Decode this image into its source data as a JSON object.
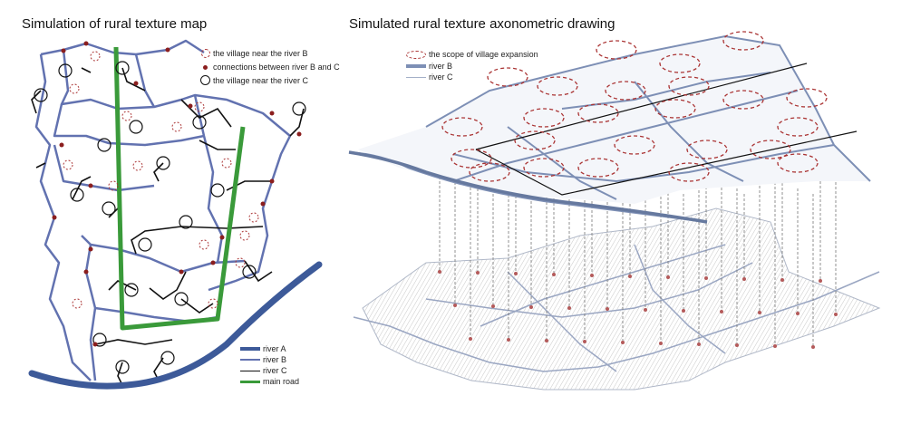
{
  "left_panel": {
    "title": "Simulation of rural texture map",
    "legend_top": [
      {
        "label": "the village near the river B",
        "icon": "dashed-red-circle"
      },
      {
        "label": "connections between river B and C",
        "icon": "red-dot"
      },
      {
        "label": "the village near the river C",
        "icon": "black-circle"
      }
    ],
    "legend_bottom": [
      {
        "label": "river A",
        "color": "#3d5a99"
      },
      {
        "label": "river B",
        "color": "#6272b0"
      },
      {
        "label": "river C",
        "color": "#111111"
      },
      {
        "label": "main road",
        "color": "#3a9a3a"
      }
    ]
  },
  "right_panel": {
    "title": "Simulated rural texture axonometric drawing",
    "legend": [
      {
        "label": "the scope of village expansion",
        "icon": "dashed-red-ellipse"
      },
      {
        "label": "river B",
        "color": "#7d8fb5"
      },
      {
        "label": "river C",
        "color": "#a4b0c8"
      }
    ]
  }
}
